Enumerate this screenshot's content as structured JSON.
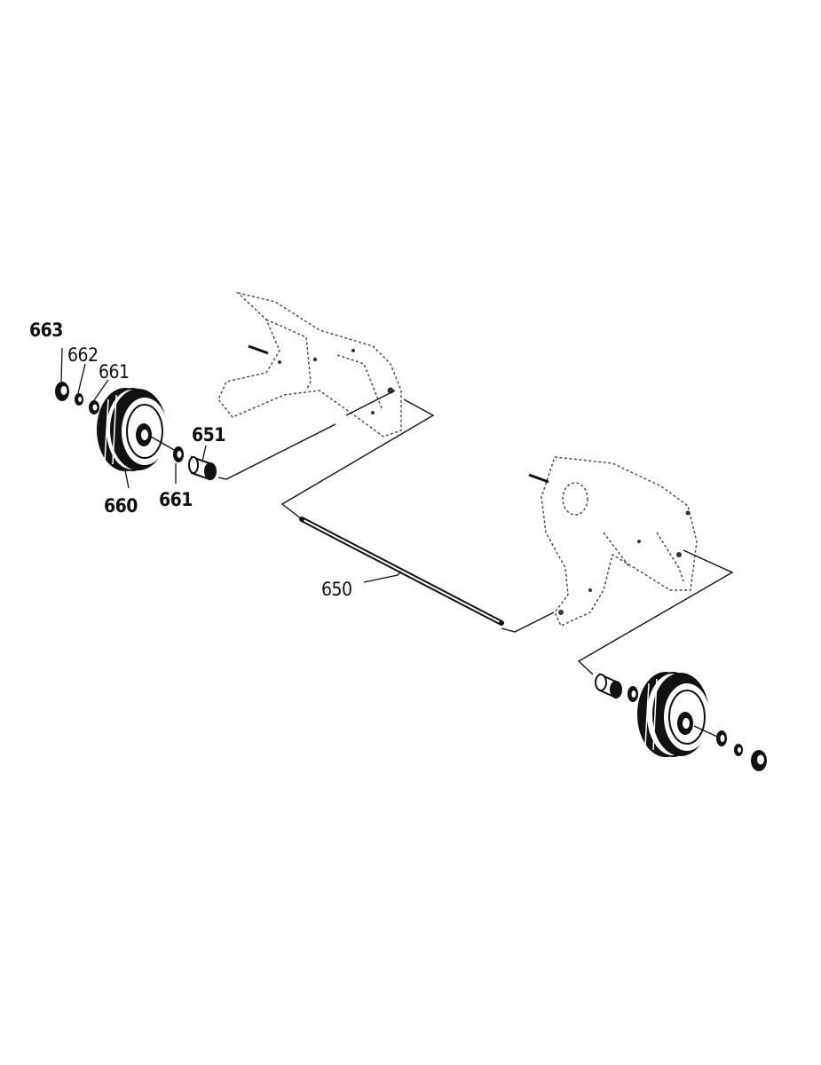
{
  "diagram": {
    "parts": [
      {
        "id": "p650",
        "label": "650",
        "emphasis": "normal"
      },
      {
        "id": "p651",
        "label": "651",
        "emphasis": "bold"
      },
      {
        "id": "p660",
        "label": "660",
        "emphasis": "bold"
      },
      {
        "id": "p661a",
        "label": "661",
        "emphasis": "normal"
      },
      {
        "id": "p661b",
        "label": "661",
        "emphasis": "bold"
      },
      {
        "id": "p662",
        "label": "662",
        "emphasis": "normal"
      },
      {
        "id": "p663",
        "label": "663",
        "emphasis": "bold"
      }
    ]
  }
}
